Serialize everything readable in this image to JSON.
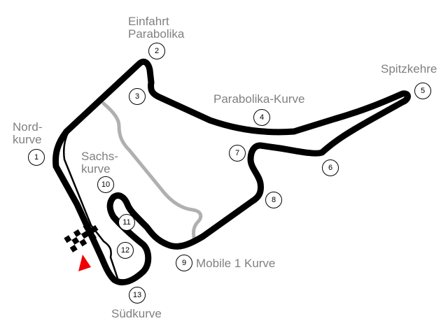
{
  "map": {
    "corner_names": {
      "einfahrt_parabolika": "Einfahrt\nParabolika",
      "spitzkehre": "Spitzkehre",
      "parabolika_kurve": "Parabolika-Kurve",
      "nordkurve": "Nord-\nkurve",
      "sachskurve": "Sachs-\nkurve",
      "mobile1_kurve": "Mobile 1 Kurve",
      "suedkurve": "Südkurve"
    },
    "turns": [
      "1",
      "2",
      "3",
      "4",
      "5",
      "6",
      "7",
      "8",
      "9",
      "10",
      "11",
      "12",
      "13"
    ],
    "colors": {
      "track": "#000000",
      "old_layout": "#b0b0b0",
      "label": "#808080",
      "direction_arrow": "#ee0000",
      "start_finish": "#000000"
    },
    "icons": {
      "start_finish": "checkered-flag-icon",
      "direction": "direction-arrow-icon"
    }
  }
}
